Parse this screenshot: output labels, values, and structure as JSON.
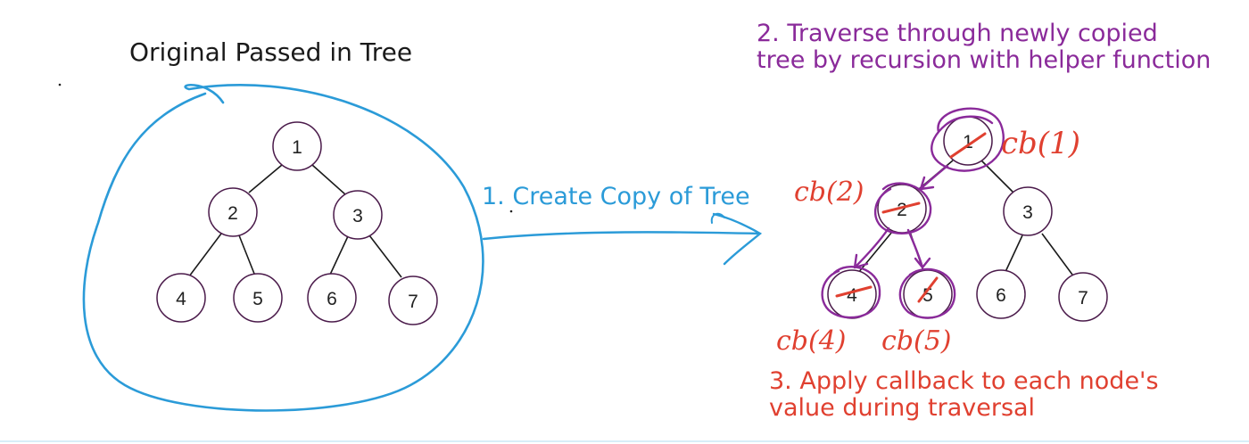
{
  "labels": {
    "original_title": "Original Passed in Tree",
    "step1": "1. Create Copy of Tree",
    "step2_line1": "2. Traverse through newly copied",
    "step2_line2": "tree by recursion with helper function",
    "step3_line1": "3. Apply callback to each node's",
    "step3_line2": "value during traversal"
  },
  "callbacks": {
    "cb1": "cb(1)",
    "cb2": "cb(2)",
    "cb4": "cb(4)",
    "cb5": "cb(5)"
  },
  "original_tree": [
    "1",
    "2",
    "3",
    "4",
    "5",
    "6",
    "7"
  ],
  "copied_tree": [
    "1",
    "2",
    "3",
    "4",
    "5",
    "6",
    "7"
  ],
  "colors": {
    "text": "#1a1a1a",
    "node_stroke": "#4a1a4a",
    "blue": "#2b9bd8",
    "purple": "#8a2a9a",
    "red": "#e04030"
  }
}
